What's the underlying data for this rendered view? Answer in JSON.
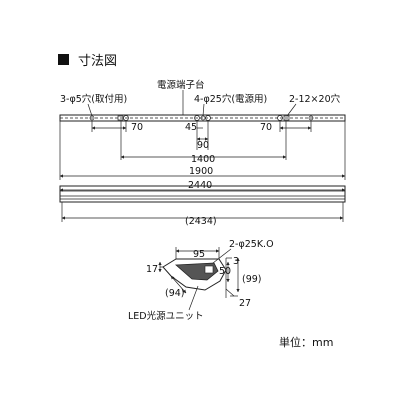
{
  "title": "寸法図",
  "main_view": {
    "hole_label_3": "3-φ5穴(取付用)",
    "terminal_label": "電源端子台",
    "hole_label_4": "4-φ25穴(電源用)",
    "slot_label": "2-12×20穴",
    "dim_70_left": "70",
    "dim_45": "45",
    "dim_70_right": "70",
    "dim_90": "90",
    "dim_1400": "1400",
    "dim_1900": "1900",
    "dim_2440": "2440",
    "dim_2434": "(2434)"
  },
  "section_view": {
    "dim_95": "95",
    "hole_label": "2-φ25K.O",
    "dim_3": "3",
    "dim_17": "17",
    "dim_50": "50",
    "dim_99": "(99)",
    "dim_94": "(94)",
    "dim_27": "27",
    "led_unit_label": "LED光源ユニット"
  },
  "unit_label": "単位：mm"
}
